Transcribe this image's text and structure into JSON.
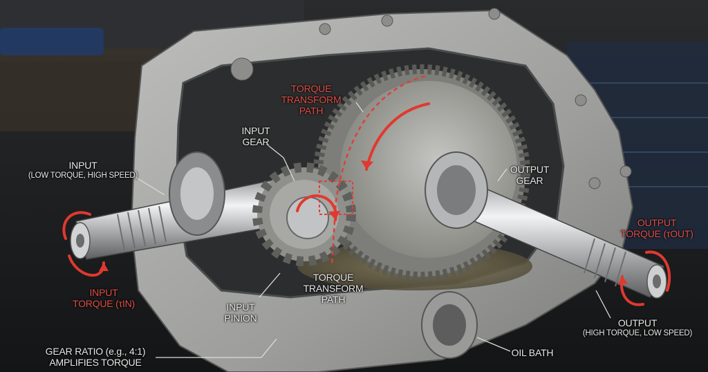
{
  "diagram": {
    "subject": "Cutaway of gearbox / speed reducer showing torque transformation",
    "colors": {
      "background": "#1b1c1e",
      "housing": "#a7a8a6",
      "housing_shadow": "#6f706e",
      "gear_steel": "#9c9c9a",
      "shaft_steel": "#c9cacb",
      "annotation_white": "#e9e9e9",
      "annotation_red": "#e0504a",
      "arrow_red": "#e0392f",
      "oil": "#6a6247"
    },
    "labels": {
      "input": {
        "title": "INPUT",
        "sub": "(LOW TORQUE, HIGH SPEED)"
      },
      "input_gear": {
        "line1": "INPUT",
        "line2": "GEAR"
      },
      "torque_path_top": {
        "line1": "TORQUE",
        "line2": "TRANSFORM",
        "line3": "PATH"
      },
      "output_gear": {
        "line1": "OUTPUT",
        "line2": "GEAR"
      },
      "output_torque": {
        "line1": "OUTPUT",
        "line2": "TORQUE (τOUT)"
      },
      "input_torque": {
        "line1": "INPUT",
        "line2": "TORQUE (τIN)"
      },
      "torque_path_bottom": {
        "line1": "TORQUE",
        "line2": "TRANSFORM",
        "line3": "PATH"
      },
      "input_pinion": {
        "line1": "INPUT",
        "line2": "PINION"
      },
      "output": {
        "title": "OUTPUT",
        "sub": "(HIGH TORQUE, LOW SPEED)"
      },
      "gear_ratio": {
        "line1": "GEAR RATIO (e.g., 4:1)",
        "line2": "AMPLIFIES TORQUE"
      },
      "oil_bath": {
        "line1": "OIL BATH"
      }
    },
    "icons": [
      "rotation-arrow-input-icon",
      "rotation-arrow-output-icon",
      "rotation-arrow-pinion-icon",
      "rotation-arrow-gear-icon",
      "mesh-highlight-box"
    ]
  }
}
